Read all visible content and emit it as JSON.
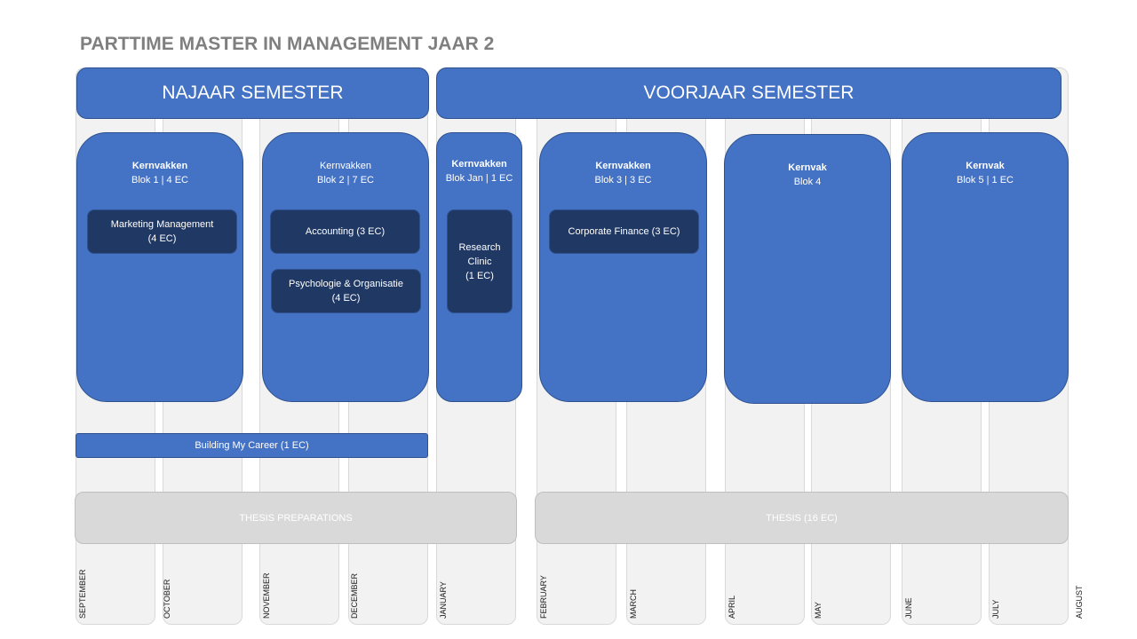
{
  "title": "PARTTIME MASTER IN MANAGEMENT JAAR 2",
  "semesters": {
    "fall": "NAJAAR SEMESTER",
    "spring": "VOORJAAR SEMESTER"
  },
  "months": [
    "SEPTEMBER",
    "OCTOBER",
    "NOVEMBER",
    "DECEMBER",
    "JANUARY",
    "FEBRUARY",
    "MARCH",
    "APRIL",
    "MAY",
    "JUNE",
    "JULY",
    "AUGUST"
  ],
  "blocks": [
    {
      "title": "Kernvakken",
      "subtitle": "Blok 1 | 4 EC"
    },
    {
      "title": "Kernvakken",
      "subtitle": "Blok 2 | 7 EC"
    },
    {
      "title": "Kernvakken",
      "subtitle": "Blok Jan | 1 EC"
    },
    {
      "title": "Kernvakken",
      "subtitle": "Blok 3 | 3 EC"
    },
    {
      "title": "Kernvak",
      "subtitle": "Blok 4"
    },
    {
      "title": "Kernvak",
      "subtitle": "Blok 5 | 1 EC"
    }
  ],
  "courses": {
    "marketing": {
      "line1": "Marketing Management",
      "line2": "(4 EC)"
    },
    "accounting": {
      "line1": "Accounting (3 EC)"
    },
    "psychology": {
      "line1": "Psychologie & Organisatie",
      "line2": "(4 EC)"
    },
    "research": {
      "line1": "Research",
      "line2": "Clinic",
      "line3": "(1 EC)"
    },
    "finance": {
      "line1": "Corporate Finance (3 EC)"
    }
  },
  "career": "Building My Career (1 EC)",
  "thesis": {
    "preparations": "THESIS PREPARATIONS",
    "main": "THESIS (16 EC)"
  },
  "colors": {
    "block": "#4472c4",
    "course": "#203864",
    "column": "#f2f2f2",
    "thesis": "#d9d9d9",
    "title": "#7f7f7f"
  }
}
